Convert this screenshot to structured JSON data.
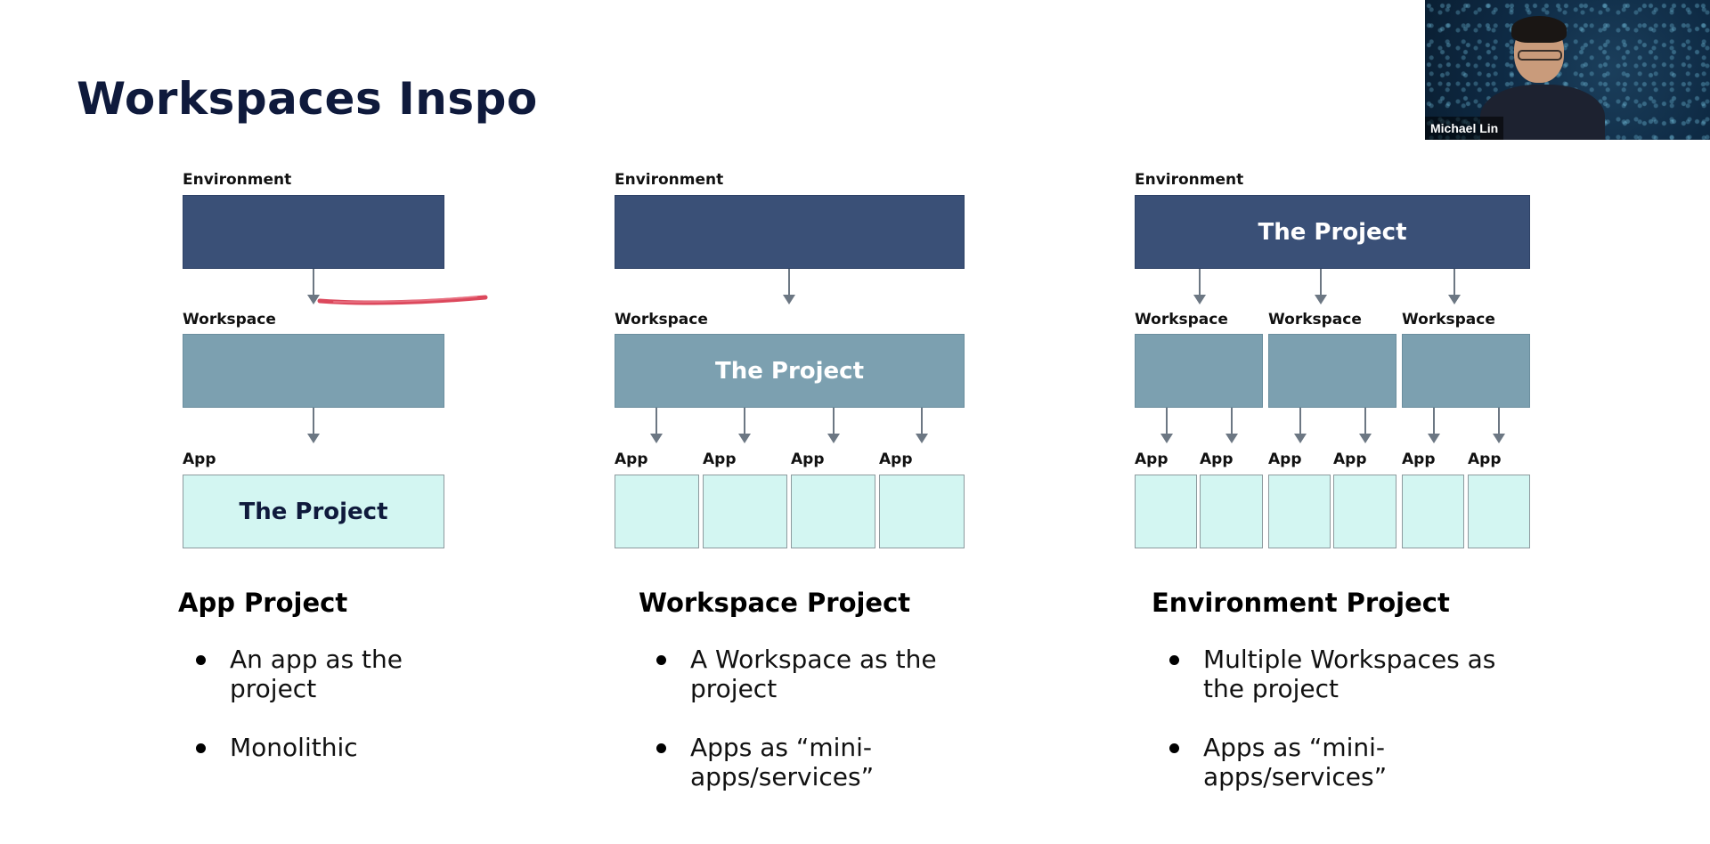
{
  "slide": {
    "title": "Workspaces Inspo"
  },
  "labels": {
    "environment": "Environment",
    "workspace": "Workspace",
    "app": "App",
    "the_project": "The Project"
  },
  "columns": [
    {
      "heading": "App Project",
      "bullets": [
        "An app as the project",
        "Monolithic"
      ]
    },
    {
      "heading": "Workspace Project",
      "bullets": [
        "A Workspace as the project",
        "Apps as “mini-apps/services”"
      ]
    },
    {
      "heading": "Environment Project",
      "bullets": [
        "Multiple Workspaces as the project",
        "Apps as “mini-apps/services”"
      ]
    }
  ],
  "video_tile": {
    "participant_name": "Michael Lin"
  },
  "colors": {
    "environment_box": "#3a5077",
    "workspace_box": "#7ca0b0",
    "app_box": "#d3f6f2",
    "annotation_stroke": "#d8344a"
  }
}
